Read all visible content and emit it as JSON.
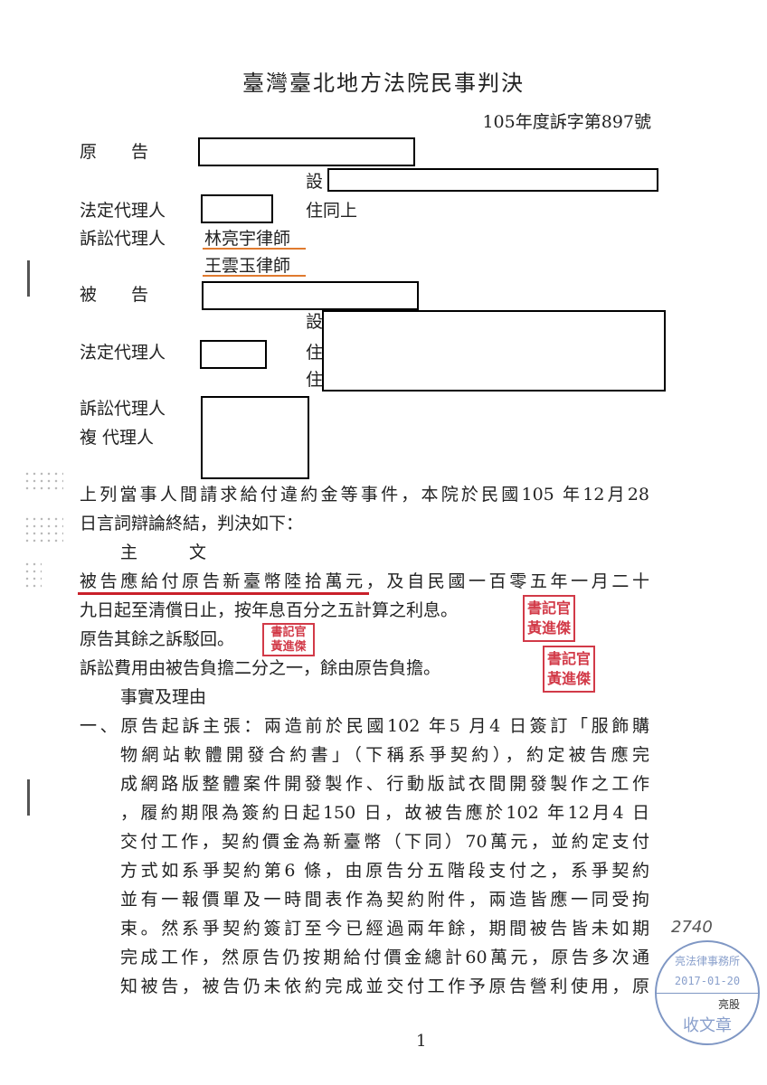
{
  "title": "臺灣臺北地方法院民事判決",
  "case_number": "105年度訴字第897號",
  "parties": {
    "plaintiff_label": "原　　告",
    "address_label_1": "設",
    "legal_rep_label_1": "法定代理人",
    "same_address": "住同上",
    "counsel_label_1": "訴訟代理人",
    "counsel_1": "林亮宇律師",
    "counsel_2": "王雲玉律師",
    "defendant_label": "被　　告",
    "address_label_2": "設",
    "legal_rep_label_2": "法定代理人",
    "residence_label_1": "住",
    "residence_label_2": "住",
    "counsel_label_2": "訴訟代理人",
    "sub_agent_label": "複 代理人"
  },
  "body": {
    "intro": [
      "上列當事人間請求給付違約金等事件，本院於民國105 年12月28",
      "日言詞辯論終結，判決如下："
    ],
    "main_heading": "主　　　文",
    "main_text": [
      "被告應給付原告新臺幣陸拾萬元，及自民國一百零五年一月二十",
      "九日起至清償日止，按年息百分之五計算之利息。",
      "原告其餘之訴駁回。",
      "訴訟費用由被告負擔二分之一，餘由原告負擔。"
    ],
    "facts_heading": "事實及理由",
    "facts_first": "一、原告起訴主張：兩造前於民國102 年5 月4 日簽訂「服飾購",
    "facts": [
      "物網站軟體開發合約書」（下稱系爭契約），約定被告應完",
      "成網路版整體案件開發製作、行動版試衣間開發製作之工作",
      "，履約期限為簽約日起150 日，故被告應於102 年12月4 日",
      "交付工作，契約價金為新臺幣（下同）70萬元，並約定支付",
      "方式如系爭契約第6 條，由原告分五階段支付之，系爭契約",
      "並有一報價單及一時間表作為契約附件，兩造皆應一同受拘",
      "束。然系爭契約簽訂至今已經過兩年餘，期間被告皆未如期",
      "完成工作，然原告仍按期給付價金總計60萬元，原告多次通",
      "知被告，被告仍未依約完成並交付工作予原告營利使用，原"
    ]
  },
  "seals": {
    "clerk_top": "書記官",
    "clerk_name": "黃進傑"
  },
  "receipt_stamp": {
    "firm": "亮法律事務所",
    "date": "2017-01-20",
    "section": "亮股",
    "label": "收文章"
  },
  "handwritten_number": "2740",
  "page_number": "1",
  "colors": {
    "seal": "#d23a48",
    "underline_red": "#c9202a",
    "underline_orange": "#e07a2e",
    "stamp_blue": "#7f97c4"
  }
}
